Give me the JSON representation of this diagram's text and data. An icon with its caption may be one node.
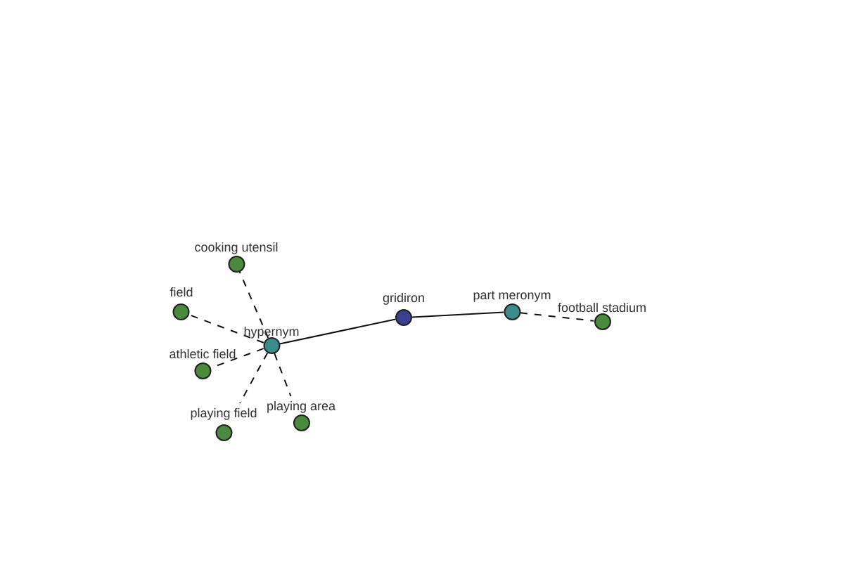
{
  "diagram": {
    "nodes": [
      {
        "text": [
          "gridiron"
        ]
      },
      {
        "text": [
          "hypernym"
        ]
      },
      {
        "text": [
          "part meronym"
        ]
      },
      {
        "text": [
          "football stadium"
        ]
      },
      {
        "text": [
          "cooking utensil"
        ]
      },
      {
        "text": [
          "field"
        ]
      },
      {
        "text": [
          "athletic field"
        ]
      },
      {
        "text": [
          "playing field"
        ]
      },
      {
        "text": [
          "playing area"
        ]
      }
    ],
    "edges": [
      {
        "from": 0,
        "to": 1,
        "arrow": "none"
      },
      {
        "from": 0,
        "to": 2,
        "arrow": "none"
      },
      {
        "from": 2,
        "to": 3,
        "arrow": "none",
        "style": "dashed"
      },
      {
        "from": 1,
        "to": 4,
        "arrow": "none",
        "style": "dashed"
      },
      {
        "from": 1,
        "to": 5,
        "arrow": "none",
        "style": "dashed"
      },
      {
        "from": 1,
        "to": 6,
        "arrow": "none",
        "style": "dashed"
      },
      {
        "from": 1,
        "to": 7,
        "arrow": "none",
        "style": "dashed"
      },
      {
        "from": 1,
        "to": 8,
        "arrow": "none",
        "style": "dashed"
      }
    ]
  }
}
